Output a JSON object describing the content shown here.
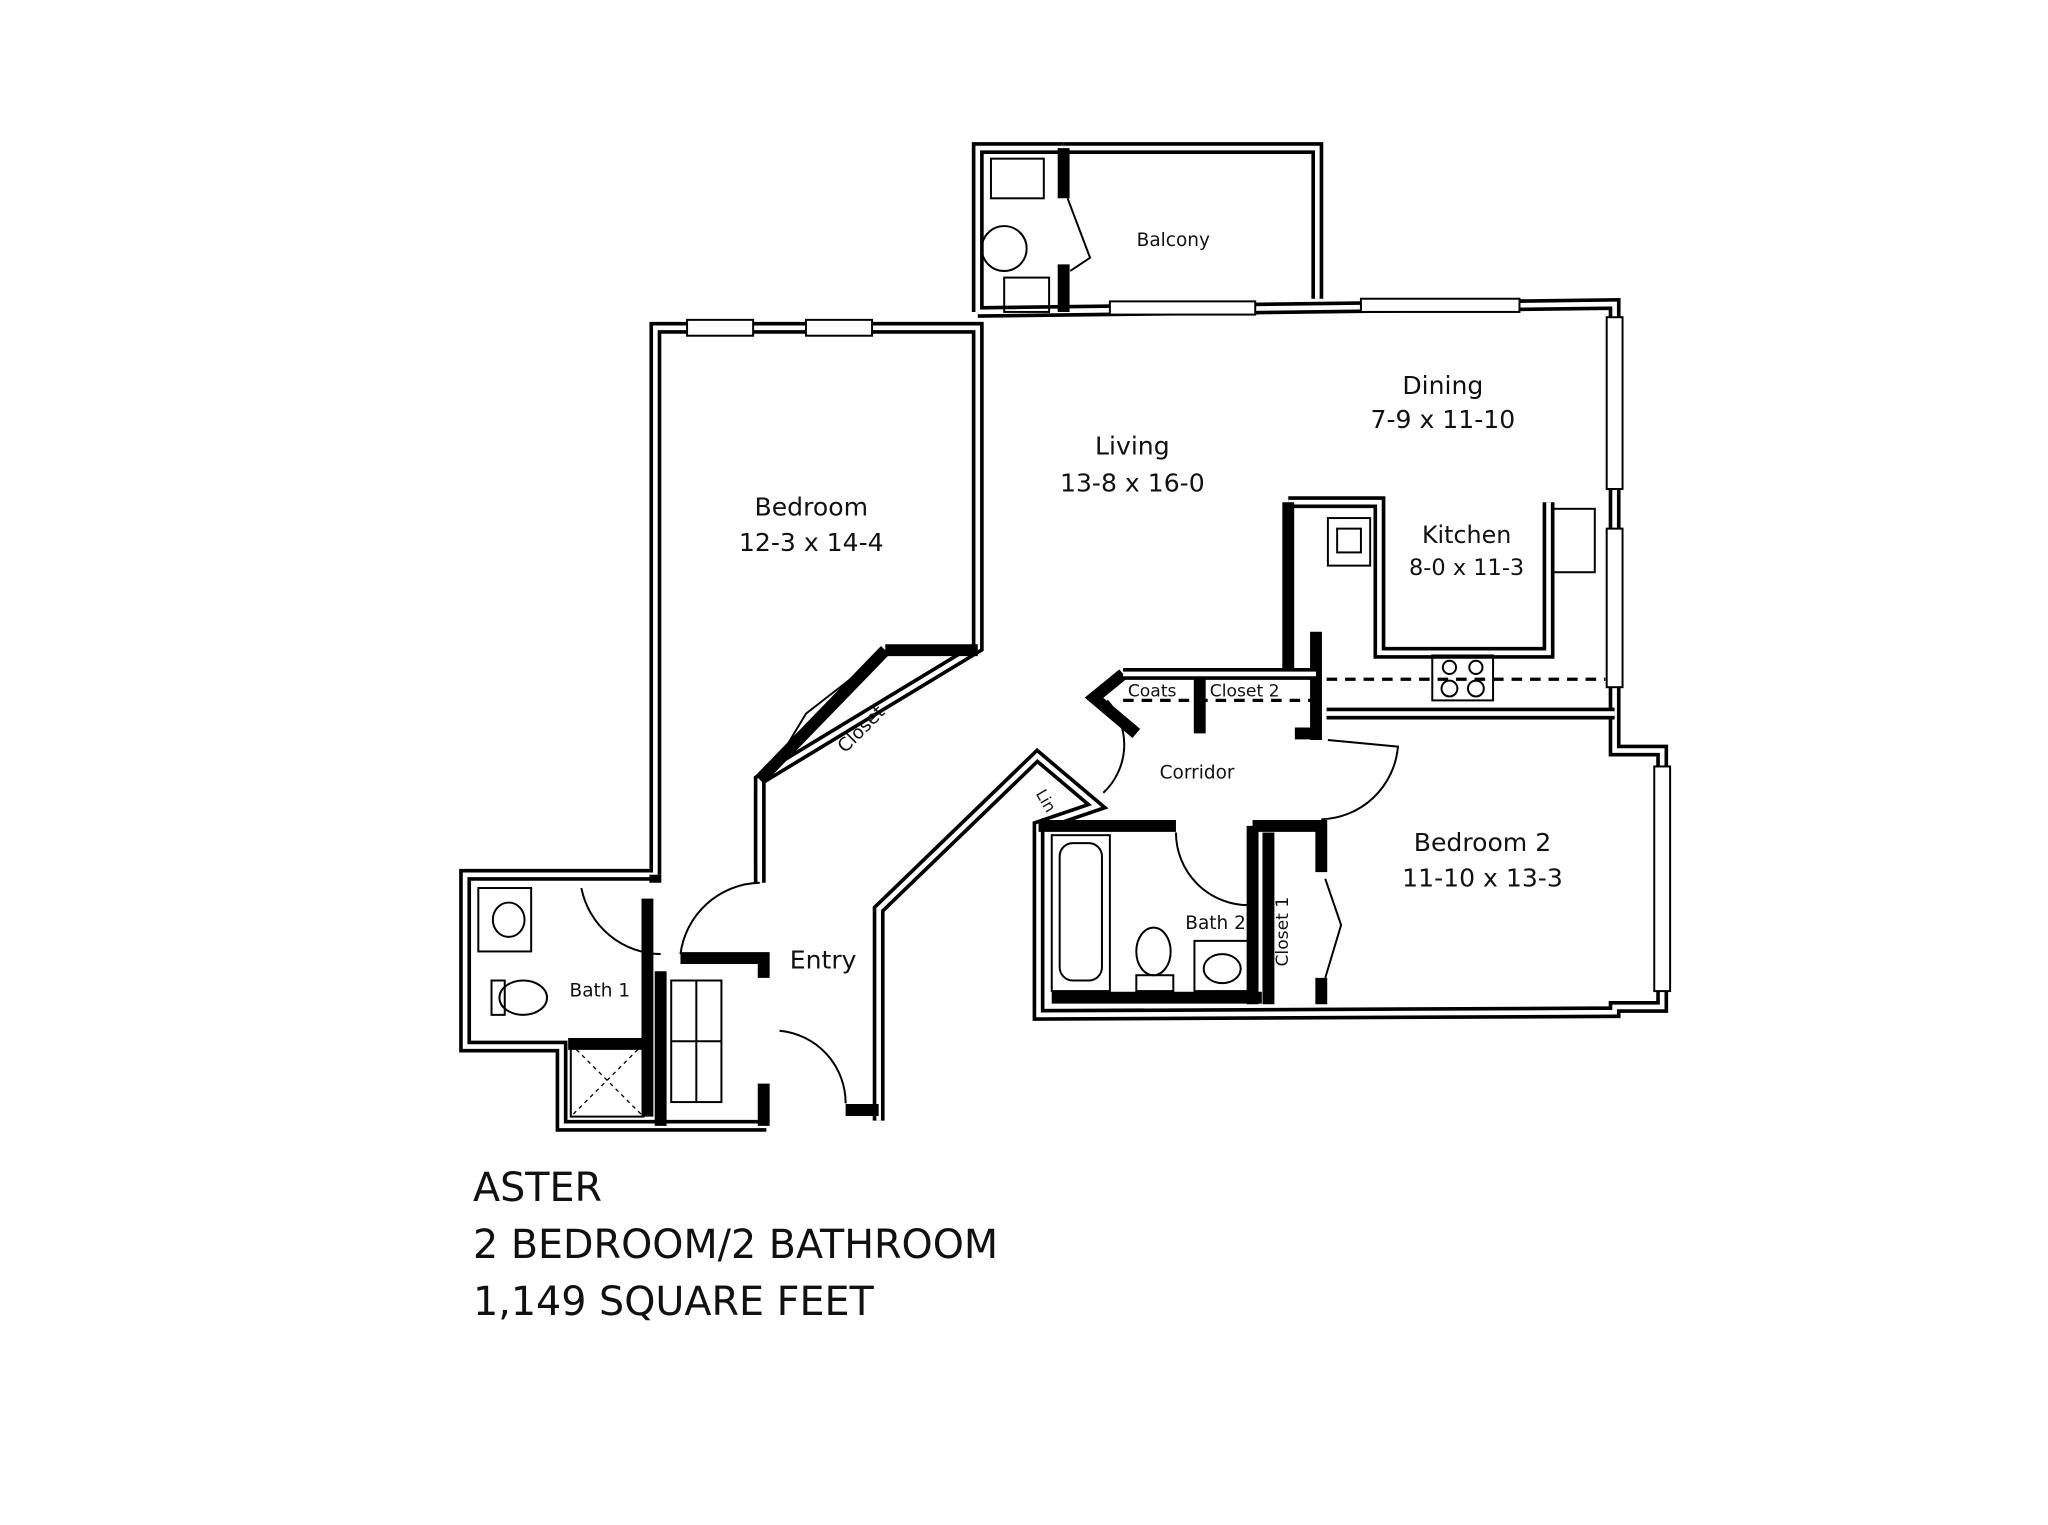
{
  "plan": {
    "name": "ASTER",
    "type": "2 BEDROOM/2 BATHROOM",
    "area": "1,149 SQUARE FEET"
  },
  "rooms": {
    "balcony": {
      "label": "Balcony"
    },
    "dining": {
      "label": "Dining",
      "size": "7-9 x 11-10"
    },
    "living": {
      "label": "Living",
      "size": "13-8 x 16-0"
    },
    "bedroom": {
      "label": "Bedroom",
      "size": "12-3 x 14-4"
    },
    "kitchen": {
      "label": "Kitchen",
      "size": "8-0 x 11-3"
    },
    "closet": {
      "label": "Closet"
    },
    "coats": {
      "label": "Coats"
    },
    "closet2": {
      "label": "Closet 2"
    },
    "corridor": {
      "label": "Corridor"
    },
    "linen": {
      "label": "Lin"
    },
    "bedroom2": {
      "label": "Bedroom 2",
      "size": "11-10 x 13-3"
    },
    "bath2": {
      "label": "Bath 2"
    },
    "closet1": {
      "label": "Closet 1"
    },
    "bath1": {
      "label": "Bath 1"
    },
    "entry": {
      "label": "Entry"
    }
  }
}
